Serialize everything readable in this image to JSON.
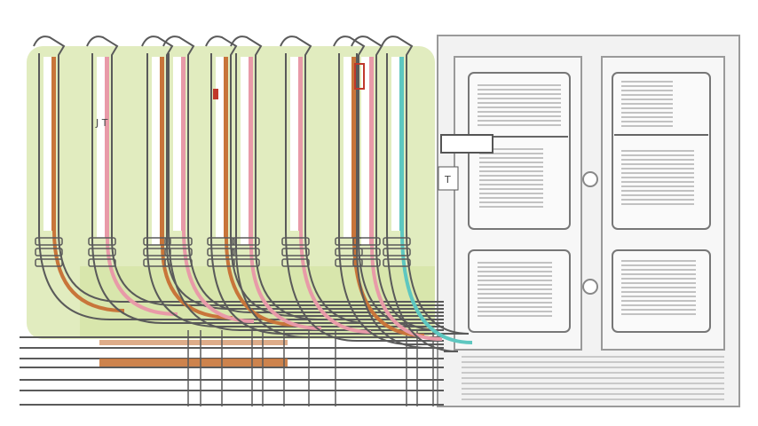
{
  "colors": {
    "background_wash": "#c9dc8a",
    "pipe_outline": "#5a5a5a",
    "stripe_orange": "#c8753a",
    "stripe_pink": "#e89aa8",
    "stripe_teal": "#5ec7c0",
    "panel_frame": "#9a9a9a",
    "panel_fill": "#f2f2f2"
  },
  "diagram": {
    "pipes": [
      {
        "stripe": "orange"
      },
      {
        "stripe": "pink"
      },
      {
        "stripe": "orange"
      },
      {
        "stripe": "pink"
      },
      {
        "stripe": "orange"
      },
      {
        "stripe": "pink"
      },
      {
        "stripe": "pink"
      },
      {
        "stripe": "orange"
      },
      {
        "stripe": "pink"
      },
      {
        "stripe": "teal"
      }
    ],
    "labels": {
      "pipe_tag_1": "J T",
      "cabinet_tag": "T"
    }
  }
}
